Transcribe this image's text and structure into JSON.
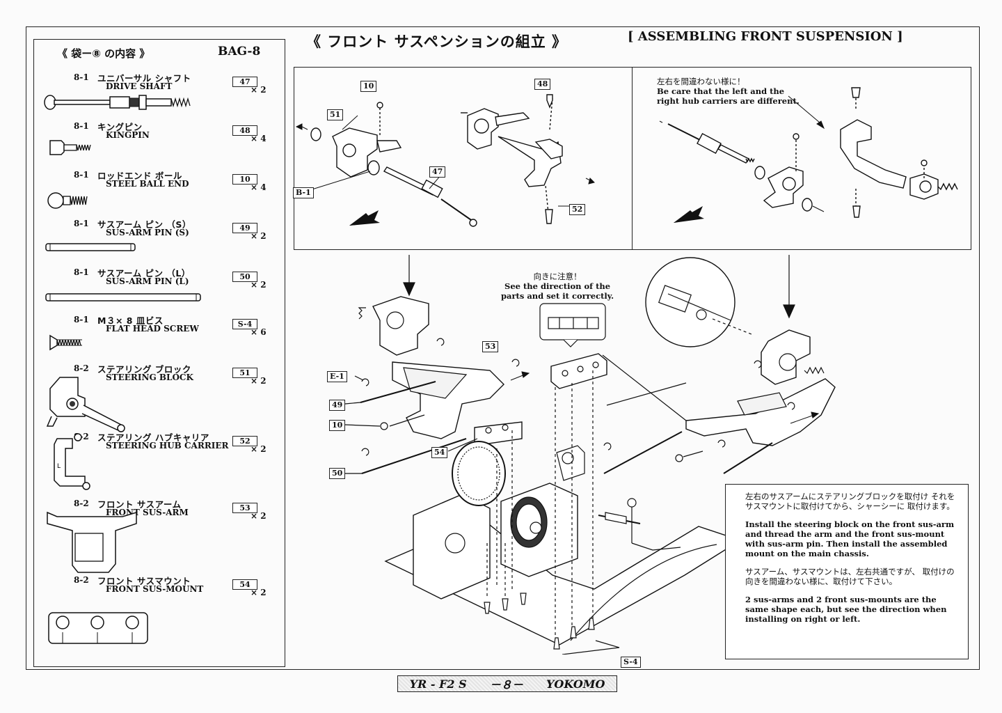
{
  "header": {
    "title_jp": "《 フロント サスペンションの組立 》",
    "title_en": "[ ASSEMBLING FRONT SUSPENSION ]"
  },
  "bag": {
    "title_jp": "《 袋ー⑧ の内容 》",
    "title_en": "BAG-8",
    "parts": [
      {
        "code": "8-1",
        "name_jp": "ユニバーサル シャフト",
        "name_en": "DRIVE SHAFT",
        "number": "47",
        "qty": "× 2",
        "icon": "drive-shaft-icon"
      },
      {
        "code": "8-1",
        "name_jp": "キングピン",
        "name_en": "KINGPIN",
        "number": "48",
        "qty": "× 4",
        "icon": "kingpin-icon"
      },
      {
        "code": "8-1",
        "name_jp": "ロッドエンド ボール",
        "name_en": "STEEL BALL END",
        "number": "10",
        "qty": "× 4",
        "icon": "ball-end-icon"
      },
      {
        "code": "8-1",
        "name_jp": "サスアーム ピン （S）",
        "name_en": "SUS-ARM PIN (S)",
        "number": "49",
        "qty": "× 2",
        "icon": "short-pin-icon"
      },
      {
        "code": "8-1",
        "name_jp": "サスアーム ピン （L）",
        "name_en": "SUS-ARM PIN (L)",
        "number": "50",
        "qty": "× 2",
        "icon": "long-pin-icon"
      },
      {
        "code": "8-1",
        "name_jp": "M３× 8 皿ビス",
        "name_en": "FLAT HEAD SCREW",
        "number": "S-4",
        "qty": "× 6",
        "icon": "flat-head-screw-icon"
      },
      {
        "code": "8-2",
        "name_jp": "ステアリング ブロック",
        "name_en": "STEERING BLOCK",
        "number": "51",
        "qty": "× 2",
        "icon": "steering-block-icon"
      },
      {
        "code": "8-2",
        "name_jp": "ステアリング ハブキャリア",
        "name_en": "STEERING HUB CARRIER",
        "number": "52",
        "qty": "× 2",
        "icon": "hub-carrier-icon"
      },
      {
        "code": "8-2",
        "name_jp": "フロント サスアーム",
        "name_en": "FRONT SUS-ARM",
        "number": "53",
        "qty": "× 2",
        "icon": "sus-arm-icon"
      },
      {
        "code": "8-2",
        "name_jp": "フロント サスマウント",
        "name_en": "FRONT SUS-MOUNT",
        "number": "54",
        "qty": "× 2",
        "icon": "sus-mount-icon"
      }
    ]
  },
  "top_left_panel": {
    "tags": [
      "10",
      "48",
      "51",
      "47",
      "52",
      "B-1"
    ]
  },
  "top_right_panel": {
    "note_jp": "左右を間違わない様に！",
    "note_en_1": "Be care that the left and the",
    "note_en_2": "right hub carriers are different."
  },
  "main_diagram": {
    "direction_note_jp": "向きに注意！",
    "direction_note_en_1": "See the direction of the",
    "direction_note_en_2": "parts and set it correctly.",
    "tags": [
      "53",
      "E-1",
      "49",
      "10",
      "54",
      "50",
      "S-4"
    ]
  },
  "instructions": {
    "jp_1": "左右のサスアームにステアリングブロックを取付け それをサスマウントに取付けてから、シャーシーに 取付けます。",
    "en_1": "Install the steering block on the front sus-arm and thread the arm and the front sus-mount with sus-arm pin.  Then install the assembled mount on the main chassis.",
    "jp_2": "サスアーム、サスマウントは、左右共通ですが、 取付けの向きを間違わない様に、取付けて下さい。",
    "en_2": "2 sus-arms and 2 front sus-mounts are the same shape each, but see the direction when installing on right or left."
  },
  "footer": {
    "model": "YR - F2 S",
    "page": "－８－",
    "brand": "YOKOMO"
  }
}
